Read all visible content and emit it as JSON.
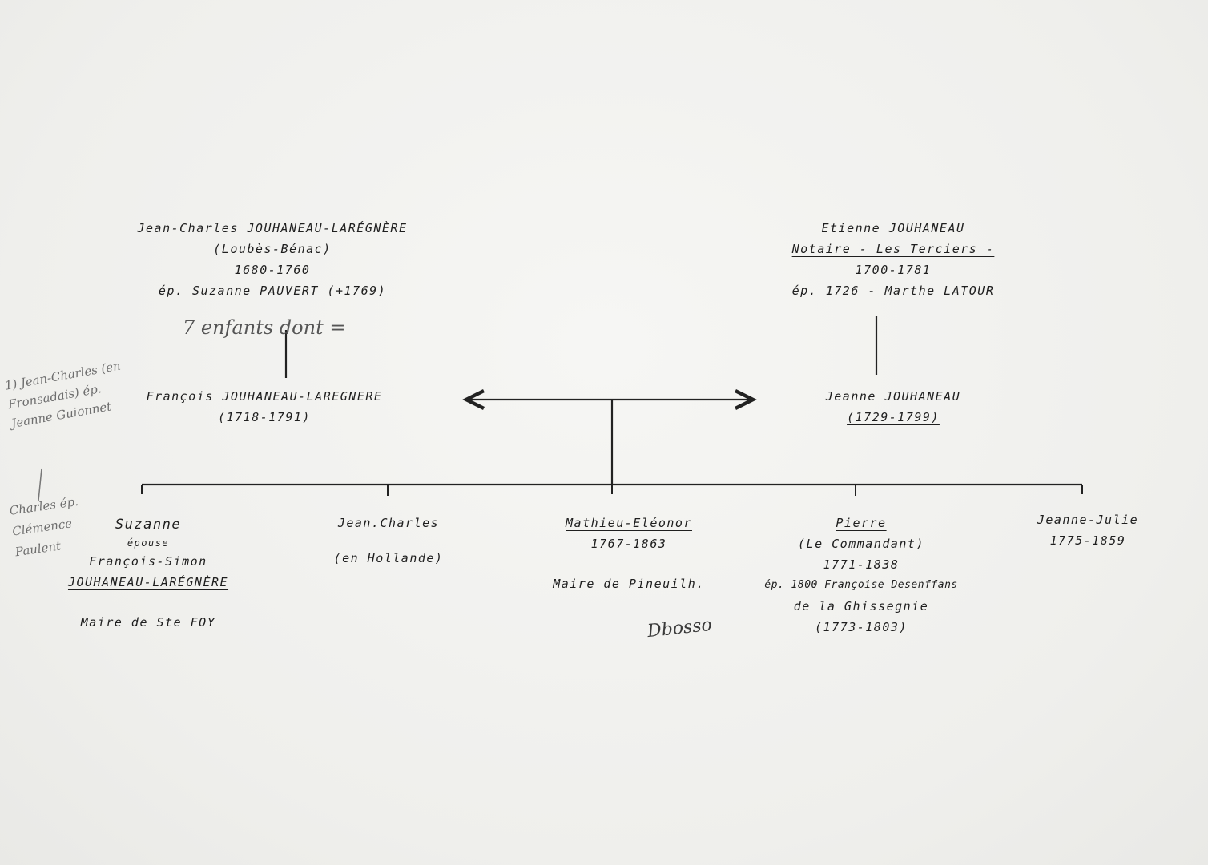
{
  "parents_left": {
    "name": "Jean-Charles JOUHANEAU-LARÉGNÈRE",
    "place": "(Loubès-Bénac)",
    "dates": "1680-1760",
    "spouse": "ép. Suzanne PAUVERT (+1769)"
  },
  "parents_right": {
    "name": "Etienne JOUHANEAU",
    "occupation": "Notaire - Les Terciers -",
    "dates": "1700-1781",
    "spouse": "ép. 1726 - Marthe LATOUR"
  },
  "couple_left": {
    "name": "François JOUHANEAU-LAREGNERE",
    "dates": "(1718-1791)"
  },
  "couple_right": {
    "name": "Jeanne JOUHANEAU",
    "dates": "(1729-1799)"
  },
  "children": [
    {
      "name": "Suzanne",
      "l2": "épouse",
      "l3": "François-Simon",
      "l4": "JOUHANEAU-LARÉGNÈRE",
      "l5": "Maire de Ste FOY"
    },
    {
      "name": "Jean.Charles",
      "l2": "(en Hollande)"
    },
    {
      "name": "Mathieu-Eléonor",
      "l2": "1767-1863",
      "l3": "Maire de Pineuilh."
    },
    {
      "name": "Pierre",
      "l2": "(Le Commandant)",
      "l3": "1771-1838",
      "l4": "ép. 1800 Françoise Desenffans",
      "l5": "de la Ghissegnie",
      "l6": "(1773-1803)"
    },
    {
      "name": "Jeanne-Julie",
      "l2": "1775-1859"
    }
  ],
  "annotations": {
    "children_count": "7 enfants dont =",
    "margin_note_1": "1) Jean-Charles (en Fronsadais) ép. Jeanne Guionnet",
    "margin_note_2": "Charles ép. Clémence Paulent",
    "signature": "Dbosso"
  }
}
